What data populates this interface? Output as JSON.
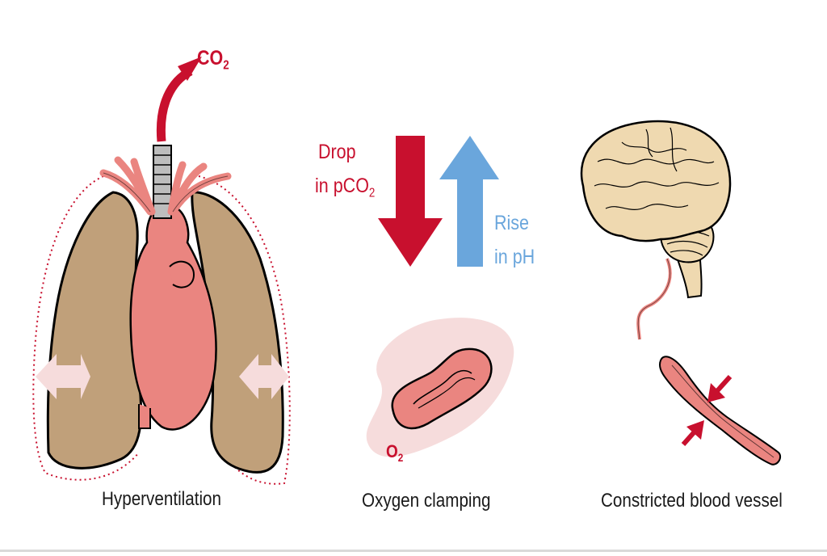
{
  "panels": {
    "hyperventilation": {
      "caption": "Hyperventilation",
      "co2_label": "CO",
      "co2_subscript": "2"
    },
    "oxygen_clamping": {
      "caption": "Oxygen clamping",
      "drop_line1": "Drop",
      "drop_line2_prefix": "in pCO",
      "drop_line2_subscript": "2",
      "rise_line1": "Rise",
      "rise_line2": "in pH",
      "o2_label": "O",
      "o2_subscript": "2"
    },
    "constricted_vessel": {
      "caption": "Constricted blood vessel"
    }
  },
  "colors": {
    "lung": "#c0a07a",
    "heart": "#ea8580",
    "red_arrow": "#c8102e",
    "blue_arrow": "#6aa6dc",
    "brain": "#efd9b0",
    "glow": "#f6dcdc",
    "expand_arrow": "#f6dcdc"
  }
}
